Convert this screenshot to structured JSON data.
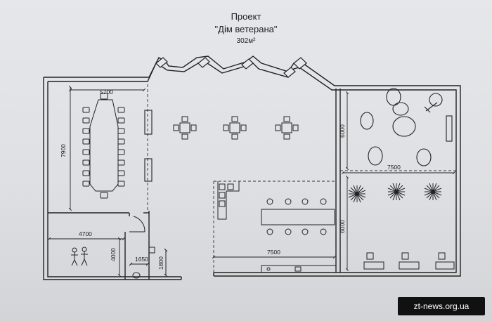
{
  "header": {
    "line1": "Проект",
    "line2": "\"Дім ветерана\"",
    "area": "302м²"
  },
  "dimensions": {
    "conf_width": "5700",
    "conf_height": "7900",
    "lower_width": "4700",
    "lower_height": "4000",
    "wc_width": "1650",
    "wc_height": "1800",
    "right_upper_height": "6000",
    "right_mid_width": "7500",
    "right_lower_height": "6000",
    "kitchen_width": "7500"
  },
  "watermark": "zt-news.org.ua"
}
